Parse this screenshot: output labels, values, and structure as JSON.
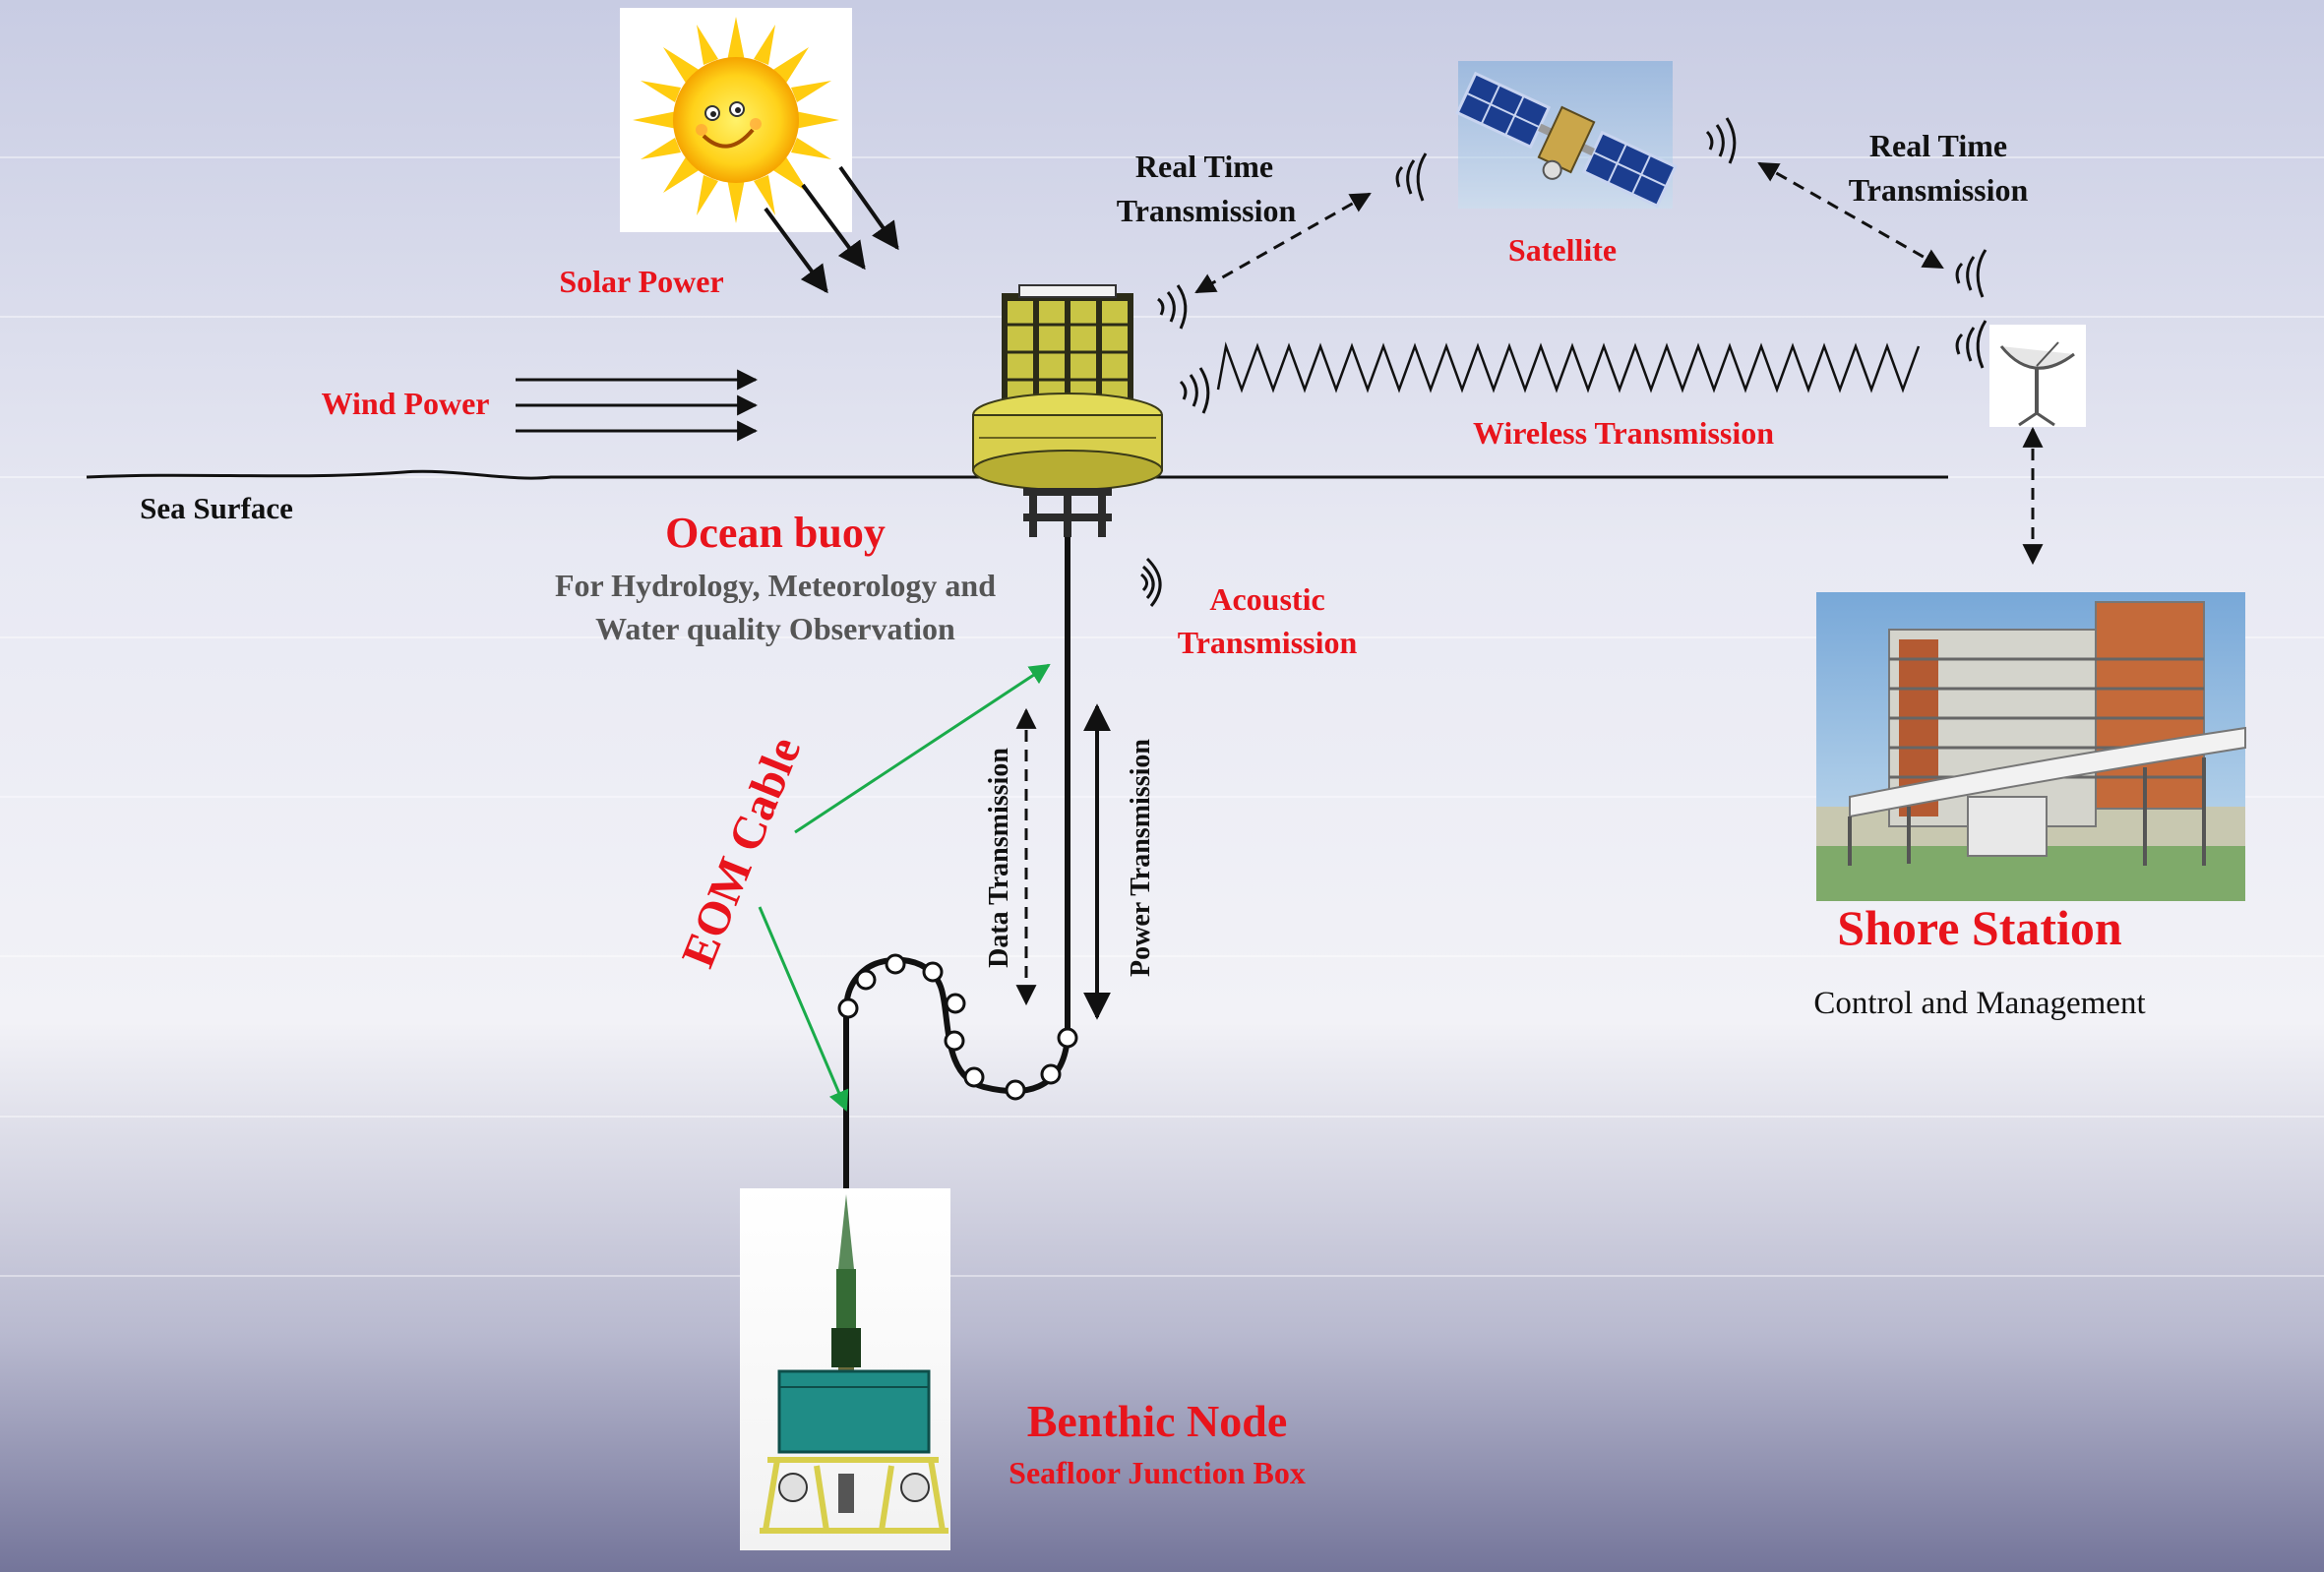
{
  "labels": {
    "solar_power": "Solar Power",
    "wind_power": "Wind Power",
    "sea_surface": "Sea Surface",
    "ocean_buoy": "Ocean buoy",
    "buoy_desc_line1": "For Hydrology, Meteorology and",
    "buoy_desc_line2": "Water quality Observation",
    "real_time_left_line1": "Real Time",
    "real_time_left_line2": "Transmission",
    "real_time_right_line1": "Real Time",
    "real_time_right_line2": "Transmission",
    "satellite": "Satellite",
    "wireless_transmission": "Wireless Transmission",
    "acoustic_line1": "Acoustic",
    "acoustic_line2": "Transmission",
    "eom_cable": "EOM Cable",
    "data_transmission": "Data Transmission",
    "power_transmission": "Power Transmission",
    "shore_station": "Shore Station",
    "shore_desc": "Control and Management",
    "benthic_node": "Benthic Node",
    "benthic_desc": "Seafloor Junction Box"
  },
  "colors": {
    "label_red": "#e8141c",
    "label_black": "#111111",
    "label_gray": "#555555",
    "eom_arrow_green": "#1aab4a",
    "sun_yellow": "#ffd21a",
    "buoy_yellow": "#d8cf4c",
    "node_teal": "#1f8c86"
  },
  "icons": [
    "sun-icon",
    "satellite-icon",
    "antenna-dish-icon",
    "shore-building-icon",
    "ocean-buoy-icon",
    "benthic-node-icon"
  ]
}
